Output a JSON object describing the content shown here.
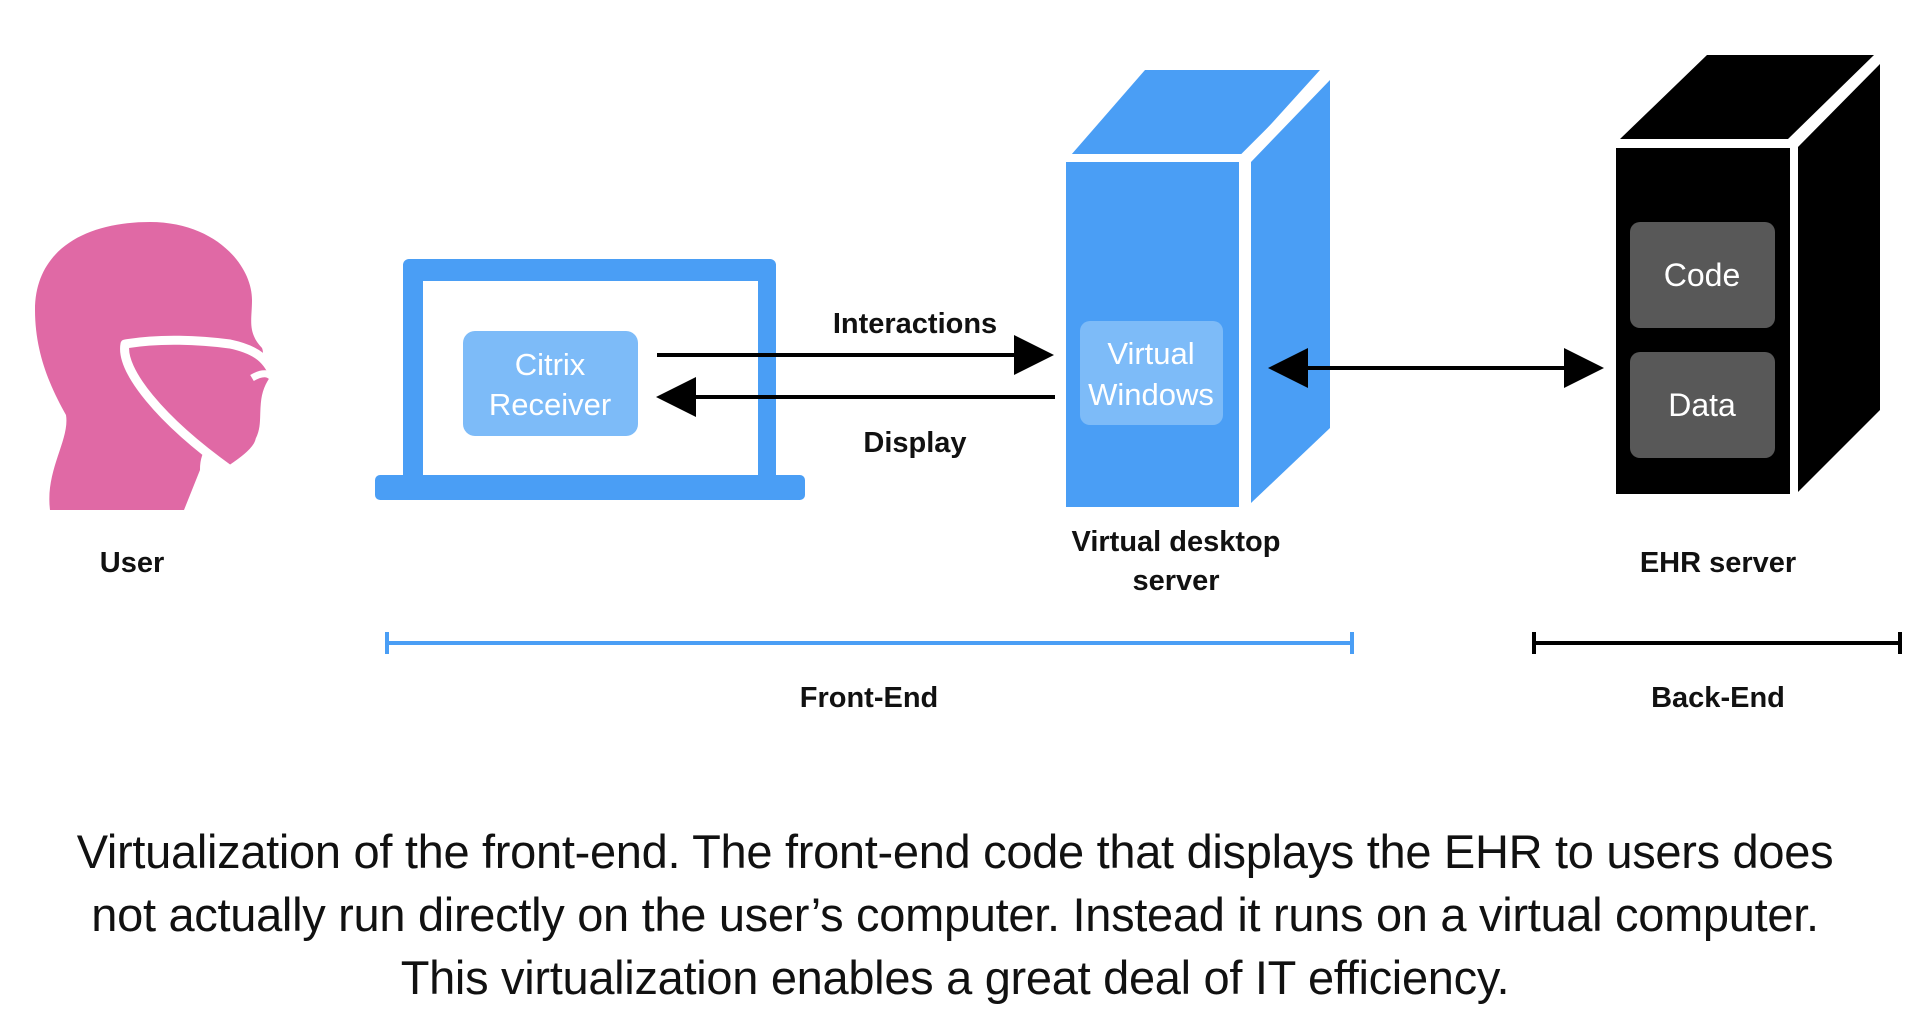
{
  "labels": {
    "user": "User",
    "citrix_line1": "Citrix",
    "citrix_line2": "Receiver",
    "interactions": "Interactions",
    "display": "Display",
    "virtual_line1": "Virtual",
    "virtual_line2": "Windows",
    "vds_line1": "Virtual desktop",
    "vds_line2": "server",
    "code": "Code",
    "data": "Data",
    "ehr_server": "EHR server",
    "front_end": "Front-End",
    "back_end": "Back-End"
  },
  "caption": {
    "line1": "Virtualization of the front-end. The front-end code that displays the EHR to users does",
    "line2": "not actually run directly on the user’s computer. Instead it runs on a virtual computer.",
    "line3": "This virtualization enables a great deal of IT efficiency."
  },
  "colors": {
    "user_pink": "#E069A5",
    "blue": "#4A9EF5",
    "light_blue": "#7DBBF8",
    "black": "#000000",
    "dark_gray": "#585858"
  },
  "icons": {
    "user": "masked-head-icon",
    "laptop": "laptop-icon",
    "virtual_server": "server-tower-icon",
    "ehr_server": "server-tower-icon"
  }
}
